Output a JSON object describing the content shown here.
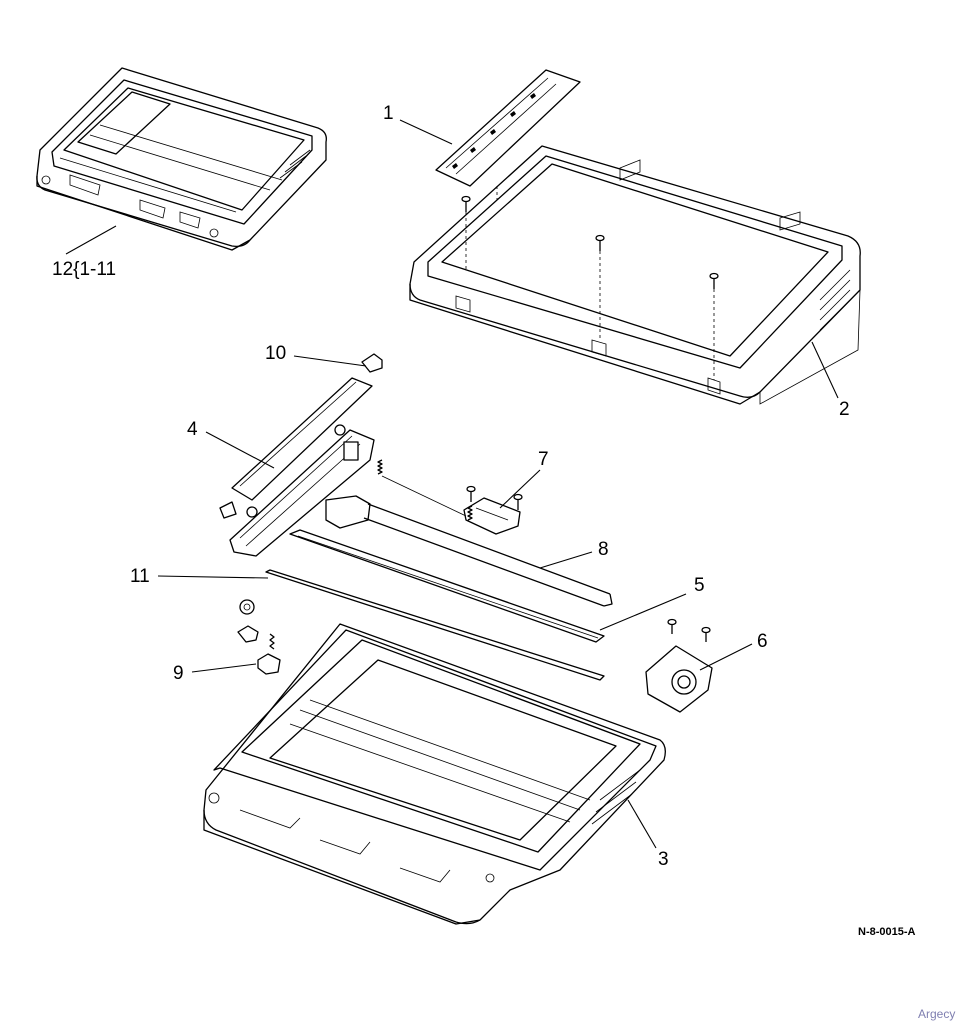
{
  "callouts": {
    "c1": "1",
    "c2": "2",
    "c3": "3",
    "c4": "4",
    "c5": "5",
    "c6": "6",
    "c7": "7",
    "c8": "8",
    "c9": "9",
    "c10": "10",
    "c11": "11",
    "c12": "12{1-11"
  },
  "doc_code": "N-8-0015-A",
  "watermark": "Argecy"
}
